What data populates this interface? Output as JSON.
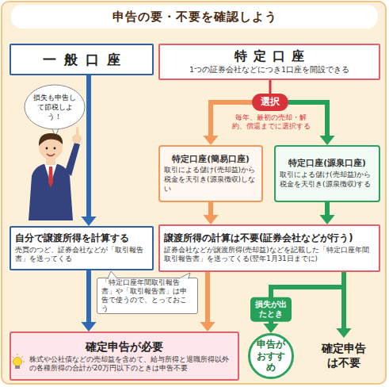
{
  "diagram": {
    "title": "申告の要・不要を確認しよう",
    "nodes": [
      {
        "text": [
          "一般口座"
        ]
      },
      {
        "text": [
          "特定口座",
          "1つの証券会社などにつき1口座を開設できる"
        ]
      },
      {
        "text": [
          "損失も申告して節税しよう！"
        ]
      },
      {
        "text": [
          "選択"
        ]
      },
      {
        "text": [
          "特定口座(簡易口座)",
          "取引による儲け(売却益)から税金を天引き(源泉徴収)しない"
        ]
      },
      {
        "text": [
          "特定口座(源泉口座)",
          "取引による儲け(売却益)から税金を天引き(源泉徴収)する"
        ]
      },
      {
        "text": [
          "自分で譲渡所得を計算する",
          "売買のつど、証券会社などが「取引報告書」を送ってくる"
        ]
      },
      {
        "text": [
          "譲渡所得の計算は不要(証券会社などが行う)",
          "証券会社などが譲渡所得(売却益)などを記載した「特定口座年間取引報告書」を送ってくる(翌年1月31日までに)"
        ]
      },
      {
        "text": [
          "「特定口座年間取引報告書」や「取引報告書」は申告で使うので、とっておこう"
        ]
      },
      {
        "text": [
          "確定申告が必要",
          "株式や公社債などの売却益を含めて、給与所得と退職所得以外の各種所得の合計が20万円以下のときは申告不要"
        ]
      },
      {
        "text": [
          "申告がおすすめ"
        ]
      },
      {
        "text": [
          "確定申告は不要"
        ]
      }
    ],
    "edges": [
      {
        "from": 0,
        "to": 6,
        "arrow": "to"
      },
      {
        "from": 6,
        "to": 9,
        "arrow": "to"
      },
      {
        "from": 1,
        "to": 3,
        "arrow": "none"
      },
      {
        "from": 3,
        "to": 4,
        "arrow": "to"
      },
      {
        "from": 3,
        "to": 5,
        "arrow": "to"
      },
      {
        "from": 4,
        "to": 7,
        "arrow": "to"
      },
      {
        "from": 5,
        "to": 7,
        "arrow": "to"
      },
      {
        "from": 7,
        "to": 9,
        "arrow": "to"
      },
      {
        "from": 7,
        "to": 10,
        "label": "損失が出たとき",
        "arrow": "to"
      },
      {
        "from": 7,
        "to": 11,
        "arrow": "to"
      }
    ],
    "labels": [
      "毎年、最初の売却・解約、償還までに選択する"
    ]
  }
}
